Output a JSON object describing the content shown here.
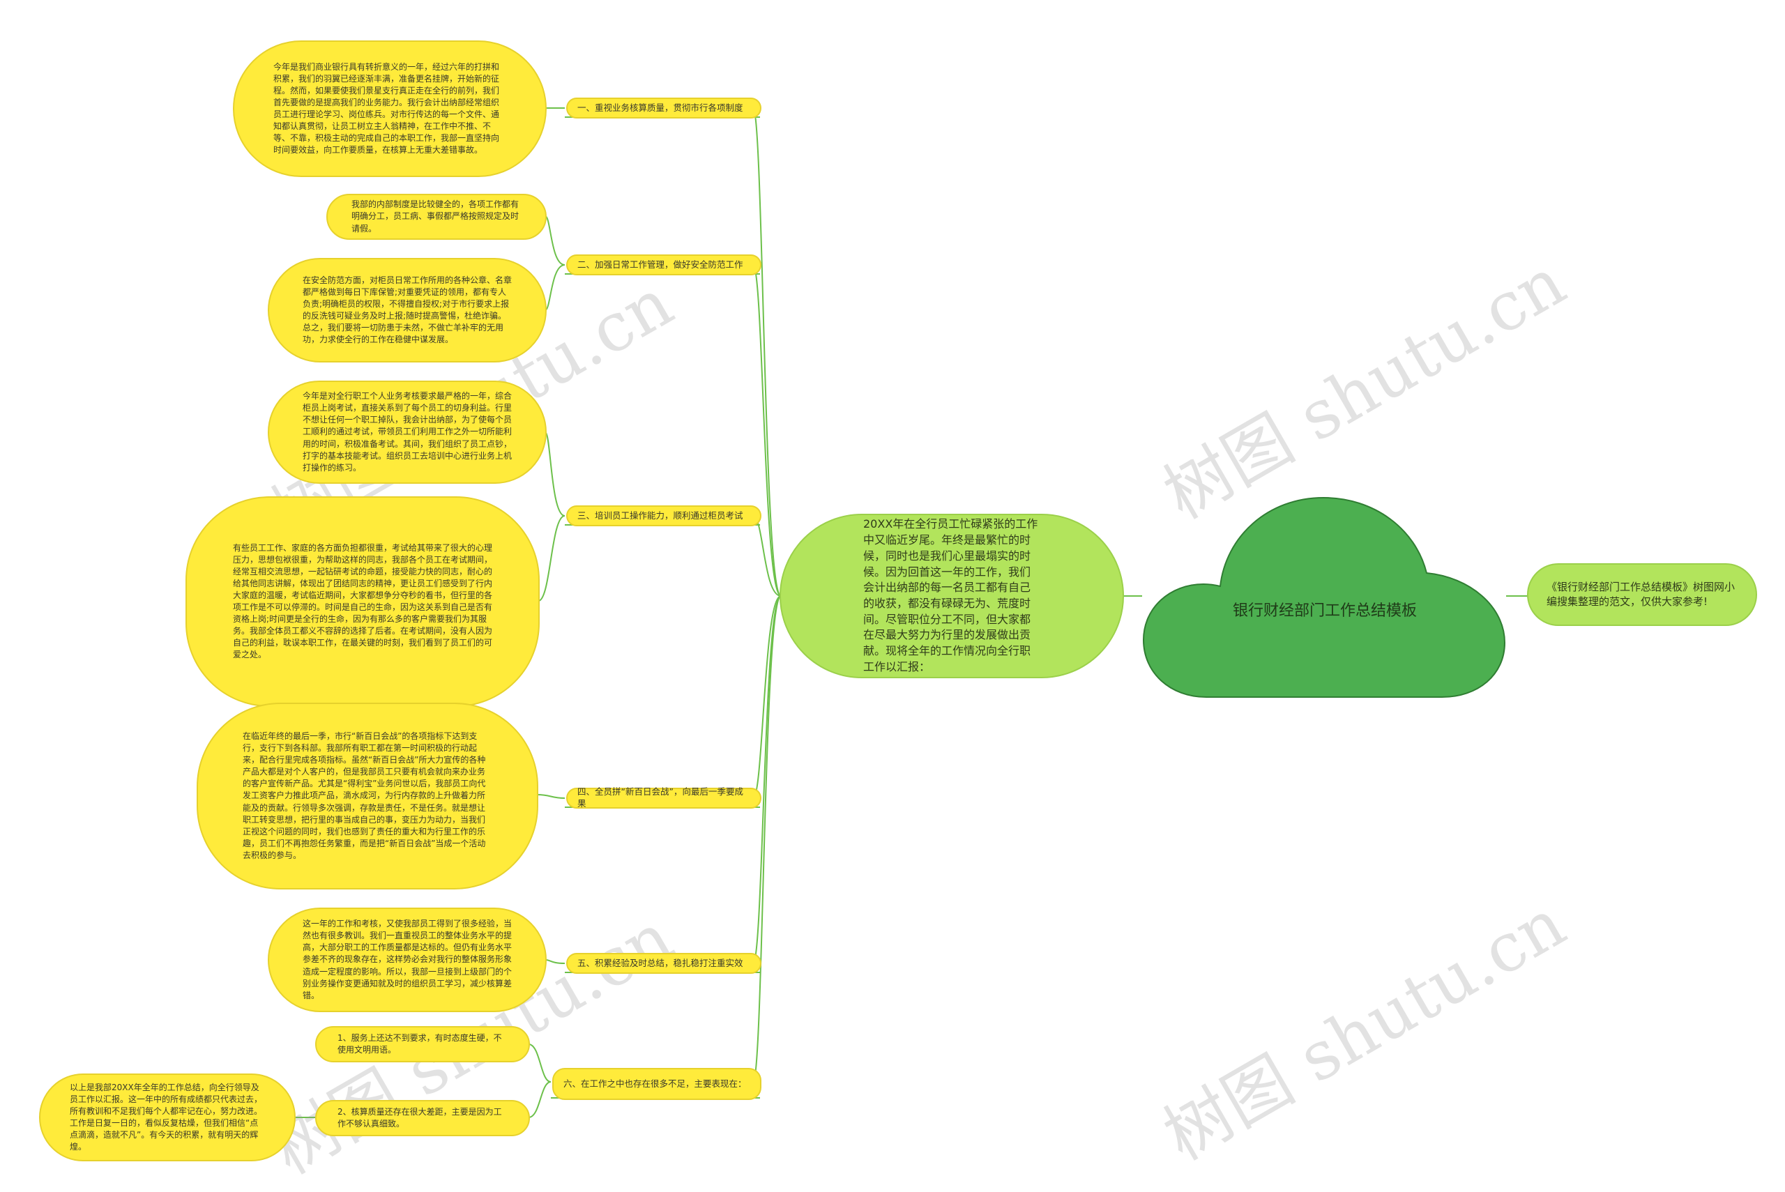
{
  "root": {
    "title": "银行财经部门工作总结模板"
  },
  "description": "《银行财经部门工作总结模板》树图网小编搜集整理的范文，仅供大家参考!",
  "hub": "20XX年在全行员工忙碌紧张的工作中又临近岁尾。年终是最繁忙的时候，同时也是我们心里最塌实的时候。因为回首这一年的工作，我们会计出纳部的每一名员工都有自己的收获，都没有碌碌无为、荒度时间。尽管职位分工不同，但大家都在尽最大努力为行里的发展做出贡献。现将全年的工作情况向全行职工作以汇报：",
  "branches": [
    {
      "label": "一、重视业务核算质量，贯彻市行各项制度",
      "leaves": [
        "今年是我们商业银行具有转折意义的一年，经过六年的打拼和积累，我们的羽翼已经逐渐丰满，准备更名挂牌，开始新的征程。然而，如果要使我们景星支行真正走在全行的前列，我们首先要做的是提高我们的业务能力。我行会计出纳部经常组织员工进行理论学习、岗位练兵。对市行传达的每一个文件、通知都认真贯彻，让员工树立主人翁精神，在工作中不推、不等、不靠，积极主动的完成自己的本职工作，我部一直坚持向时间要效益，向工作要质量，在核算上无重大差错事故。"
      ]
    },
    {
      "label": "二、加强日常工作管理，做好安全防范工作",
      "leaves": [
        "我部的内部制度是比较健全的，各项工作都有明确分工，员工病、事假都严格按照规定及时请假。",
        "在安全防范方面，对柜员日常工作所用的各种公章、名章都严格做到每日下库保管;对重要凭证的领用，都有专人负责;明确柜员的权限，不得擅自授权;对于市行要求上报的反洗钱可疑业务及时上报;随时提高警惕，杜绝诈骗。总之，我们要将一切防患于未然，不做亡羊补牢的无用功，力求使全行的工作在稳健中谋发展。"
      ]
    },
    {
      "label": "三、培训员工操作能力，顺利通过柜员考试",
      "leaves": [
        "今年是对全行职工个人业务考核要求最严格的一年，综合柜员上岗考试，直接关系到了每个员工的切身利益。行里不想让任何一个职工掉队，我会计出纳部，为了使每个员工顺利的通过考试，带领员工们利用工作之外一切所能利用的时间，积极准备考试。其间，我们组织了员工点钞，打字的基本技能考试。组织员工去培训中心进行业务上机打操作的练习。",
        "有些员工工作、家庭的各方面负担都很重，考试给其带来了很大的心理压力，思想包袱很重，为帮助这样的同志，我部各个员工在考试期间，经常互相交流思想，一起钻研考试的命题，接受能力快的同志，耐心的给其他同志讲解，体现出了团结同志的精神，更让员工们感受到了行内大家庭的温暖，考试临近期间，大家都想争分夺秒的看书，但行里的各项工作是不可以停滞的。时间是自己的生命，因为这关系到自己是否有资格上岗;时间更是全行的生命，因为有那么多的客户需要我们为其服务。我部全体员工都义不容辞的选择了后者。在考试期间，没有人因为自己的利益，耽误本职工作，在最关键的时刻，我们看到了员工们的可爱之处。"
      ]
    },
    {
      "label": "四、全员拼“新百日会战”，向最后一季要成果",
      "leaves": [
        "在临近年终的最后一季，市行“新百日会战”的各项指标下达到支行，支行下到各科部。我部所有职工都在第一时间积极的行动起来，配合行里完成各项指标。虽然“新百日会战”所大力宣传的各种产品大都是对个人客户的，但是我部员工只要有机会就向来办业务的客户宣传新产品。尤其是“得利宝”业务问世以后，我部员工向代发工资客户力推此项产品，滴水成河，为行内存款的上升做着力所能及的贡献。行领导多次强调，存款是责任，不是任务。就是想让职工转变思想，把行里的事当成自己的事，变压力为动力，当我们正视这个问题的同时，我们也感到了责任的重大和为行里工作的乐趣，员工们不再抱怨任务繁重，而是把“新百日会战”当成一个活动去积极的参与。"
      ]
    },
    {
      "label": "五、积累经验及时总结，稳扎稳打注重实效",
      "leaves": [
        "这一年的工作和考核，又使我部员工得到了很多经验，当然也有很多教训。我们一直重视员工的整体业务水平的提高，大部分职工的工作质量都是达标的。但仍有业务水平参差不齐的现象存在，这样势必会对我行的整体服务形象造成一定程度的影响。所以，我部一旦接到上级部门的个别业务操作变更通知就及时的组织员工学习，减少核算差错。"
      ]
    },
    {
      "label": "六、在工作之中也存在很多不足，主要表现在：",
      "leaves": [
        "1、服务上还达不到要求，有时态度生硬，不使用文明用语。",
        "2、核算质量还存在很大差距，主要是因为工作不够认真细致。"
      ],
      "extra": "以上是我部20XX年全年的工作总结，向全行领导及员工作以汇报。这一年中的所有成绩都只代表过去，所有教训和不足我们每个人都牢记在心，努力改进。工作是日复一日的，看似反复枯燥，但我们相信“点点滴滴，造就不凡”。有今天的积累，就有明天的辉煌。"
    }
  ],
  "watermarks": [
    "树图 shutu.cn",
    "树图 shutu.cn",
    "树图 shutu.cn",
    "树图 shutu.cn"
  ],
  "colors": {
    "leaf": "#ffeb3b",
    "hub": "#b2e45c",
    "root": "#4caf50",
    "edge": "#6cc04a"
  }
}
